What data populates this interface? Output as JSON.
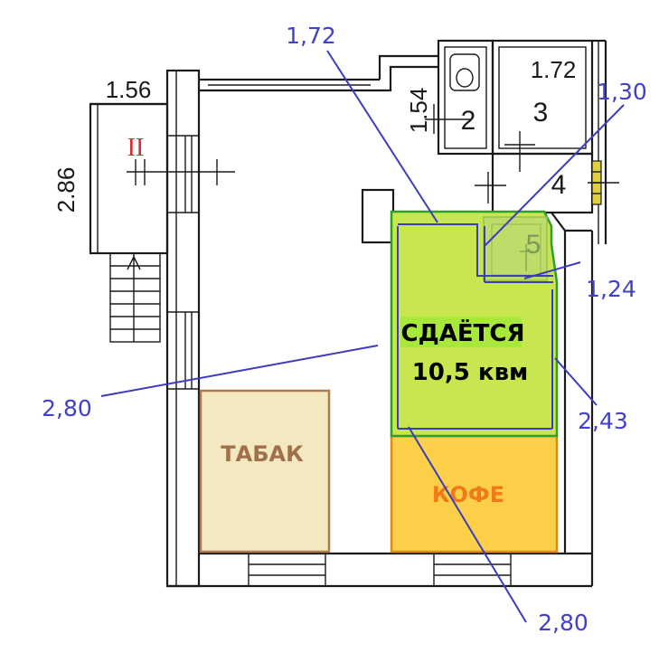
{
  "dimensions": {
    "top_1_72": "1,72",
    "top_1_30": "1,30",
    "right_1_24": "1,24",
    "left_2_80": "2,80",
    "right_2_43": "2,43",
    "bottom_2_80": "2,80",
    "stair_width": "1.56",
    "stair_length": "2.86",
    "wc_length": "1.54",
    "room3_width": "1.72"
  },
  "rooms": {
    "stairs_roman": "II",
    "room2": "2",
    "room3": "3",
    "room4": "4",
    "room5": "5"
  },
  "labels": {
    "for_rent": "СДАЁТСЯ",
    "area": "10,5 квм",
    "tobacco": "ТАБАК",
    "coffee": "КОФЕ"
  },
  "colors": {
    "rent_fill": "#c8e650",
    "rent_border": "#2f9e2f",
    "highlight": "#a8e83a",
    "tobacco_fill": "#f3e8c0",
    "tobacco_border": "#b07a50",
    "tobacco_text": "#a0704a",
    "coffee_fill": "#fbd048",
    "coffee_border": "#e08a1c",
    "coffee_text": "#f07a1a",
    "dimension_blue": "#4040c8",
    "stair_numeral": "#d03030"
  }
}
